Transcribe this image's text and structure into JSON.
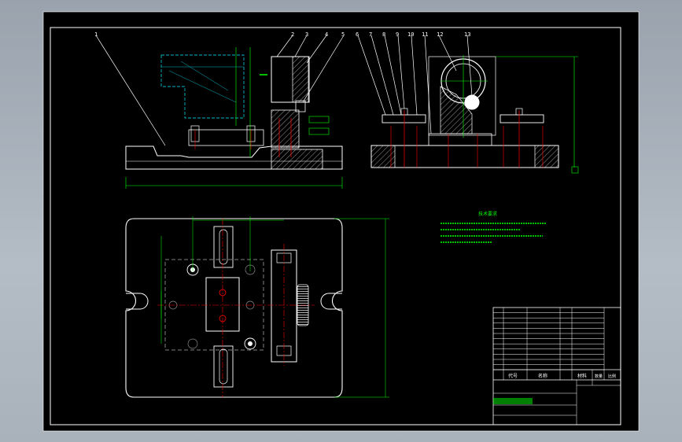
{
  "balloons": [
    "1",
    "2",
    "3",
    "4",
    "5",
    "6",
    "7",
    "8",
    "9",
    "10",
    "11",
    "12",
    "13"
  ],
  "title_block": {
    "columns": [
      "代号",
      "名称",
      "材料"
    ],
    "label_a": "数量",
    "label_b": "比例"
  },
  "notes": {
    "heading": "技术要求"
  }
}
